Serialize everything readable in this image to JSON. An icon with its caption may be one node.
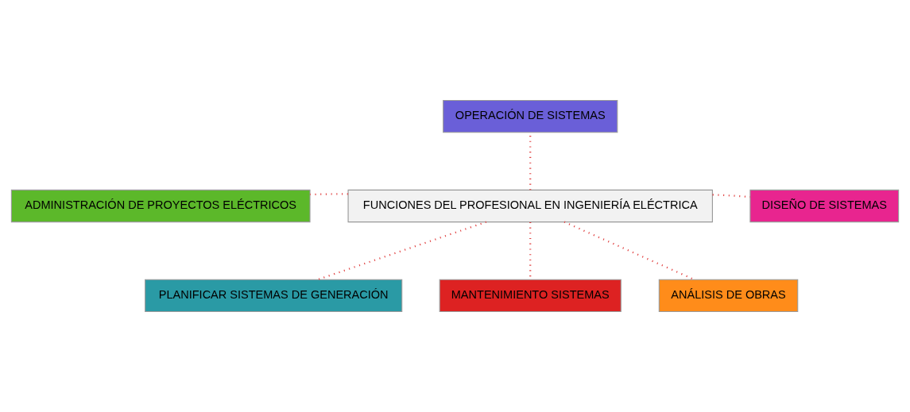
{
  "diagram": {
    "nodes": [
      {
        "text": [
          "FUNCIONES DEL PROFESIONAL EN INGENIERÍA ELÉCTRICA"
        ]
      },
      {
        "text": [
          "OPERACIÓN DE SISTEMAS"
        ]
      },
      {
        "text": [
          "ADMINISTRACIÓN DE PROYECTOS ELÉCTRICOS"
        ]
      },
      {
        "text": [
          "DISEÑO DE SISTEMAS"
        ]
      },
      {
        "text": [
          "PLANIFICAR SISTEMAS DE GENERACIÓN"
        ]
      },
      {
        "text": [
          "ANÁLISIS DE OBRAS"
        ]
      },
      {
        "text": [
          "MANTENIMIENTO SISTEMAS"
        ]
      }
    ],
    "edges": [
      {
        "from": 0,
        "to": 1,
        "arrow": "none"
      },
      {
        "from": 0,
        "to": 2,
        "arrow": "none"
      },
      {
        "from": 0,
        "to": 3,
        "arrow": "none"
      },
      {
        "from": 0,
        "to": 4,
        "arrow": "none"
      },
      {
        "from": 0,
        "to": 5,
        "arrow": "none"
      },
      {
        "from": 0,
        "to": 6,
        "arrow": "none"
      }
    ]
  }
}
